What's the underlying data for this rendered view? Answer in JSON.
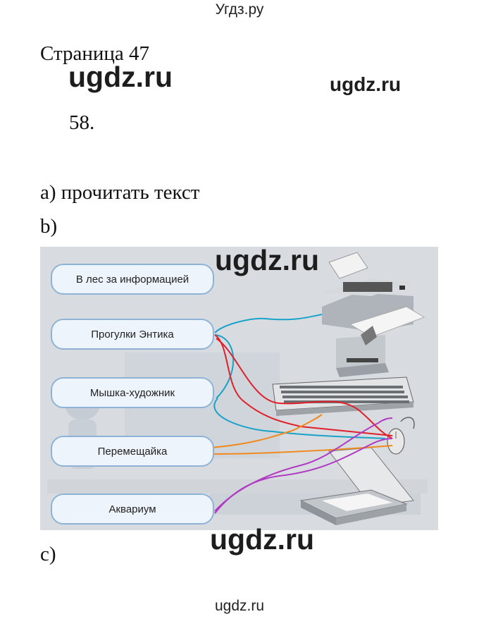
{
  "header": {
    "site": "Угдз.ру"
  },
  "page": {
    "label": "Страница 47"
  },
  "watermarks": [
    "ugdz.ru",
    "ugdz.ru",
    "ugdz.ru",
    "ugdz.ru"
  ],
  "task": {
    "number": "58.",
    "a": "a) прочитать текст",
    "b": "b)",
    "c": "c)"
  },
  "figure": {
    "labels": [
      "В лес за информацией",
      "Прогулки Энтика",
      "Мышка-художник",
      "Перемещайка",
      "Аквариум"
    ],
    "devices": [
      "printer-icon",
      "floppy-drive-icon",
      "keyboard-icon",
      "mouse-icon",
      "scanner-icon"
    ],
    "line_colors": {
      "cyan": "#1aa3c8",
      "red": "#e0202a",
      "orange": "#f08a1e",
      "purple": "#b03ac2"
    }
  },
  "footer": {
    "site": "ugdz.ru"
  }
}
